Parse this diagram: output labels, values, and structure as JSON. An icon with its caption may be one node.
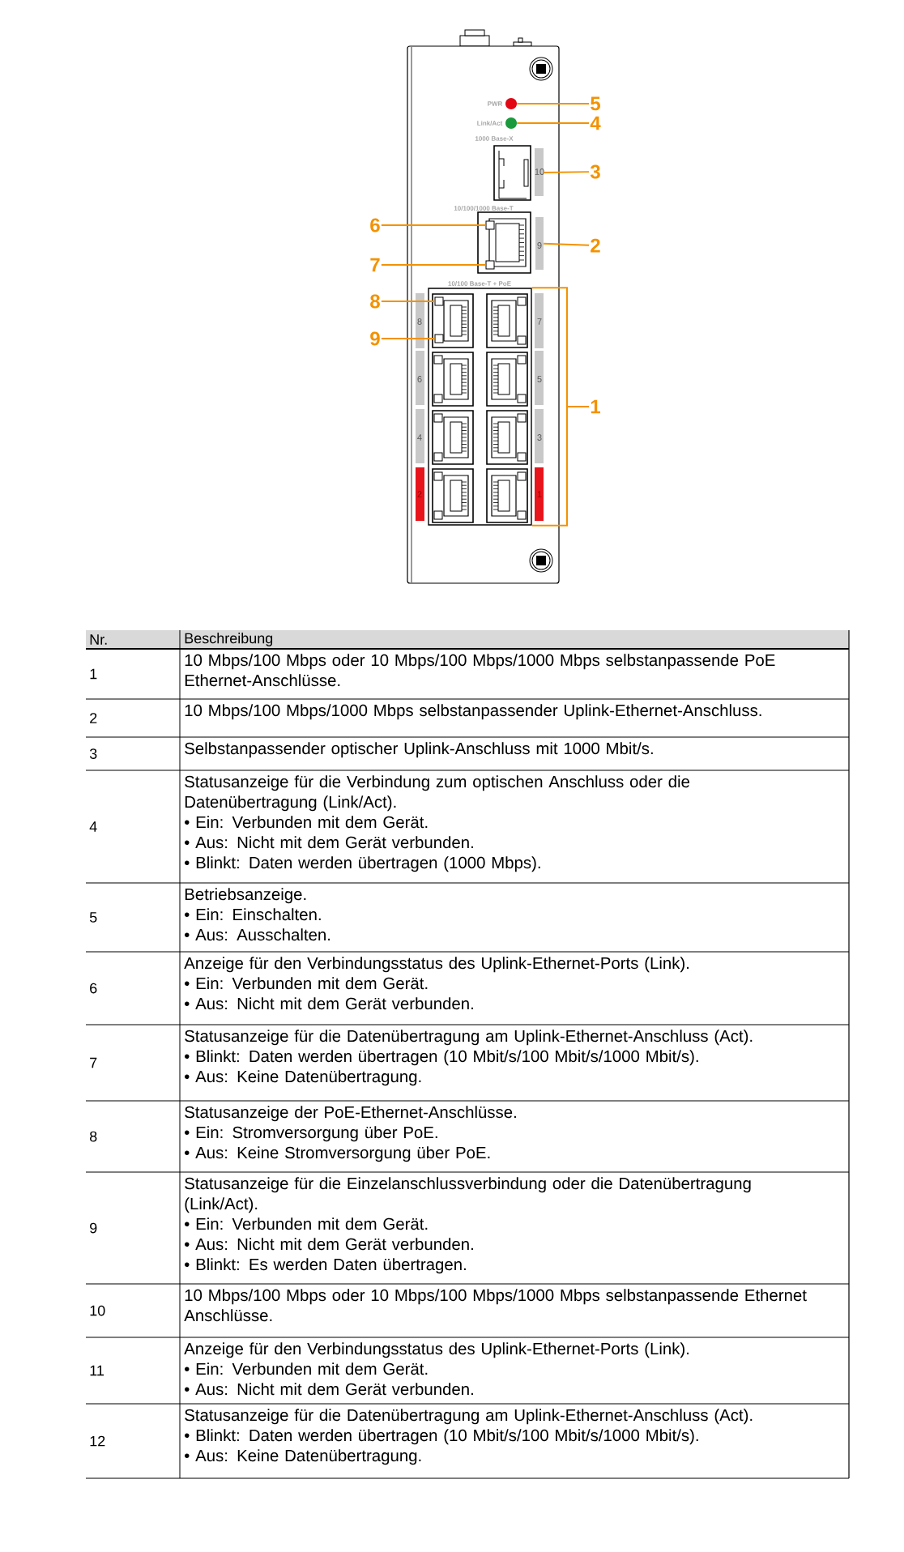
{
  "diagram": {
    "nodes": [
      {
        "text": [
          "5"
        ]
      },
      {
        "text": [
          "4"
        ]
      },
      {
        "text": [
          "3"
        ]
      },
      {
        "text": [
          "6"
        ]
      },
      {
        "text": [
          "2"
        ]
      },
      {
        "text": [
          "7"
        ]
      },
      {
        "text": [
          "8"
        ]
      },
      {
        "text": [
          "9"
        ]
      },
      {
        "text": [
          "1"
        ]
      },
      {
        "text": [],
        "shape": "circle"
      },
      {
        "text": [],
        "shape": "circle"
      },
      {
        "text": [],
        "shape": "box"
      },
      {
        "text": [],
        "shape": "box"
      },
      {
        "text": [],
        "shape": "box",
        "in": 12
      },
      {
        "text": [],
        "shape": "box",
        "in": 12
      },
      {
        "text": [],
        "shape": "box"
      },
      {
        "text": [],
        "shape": "box",
        "in": 15
      },
      {
        "text": [],
        "shape": "box",
        "in": 15
      },
      {
        "text": [],
        "shape": "box",
        "in": 15
      },
      {
        "text": [],
        "shape": "box",
        "in": 15
      },
      {
        "text": [],
        "shape": "box",
        "in": 15
      },
      {
        "text": [],
        "shape": "box",
        "in": 15
      },
      {
        "text": [],
        "shape": "box",
        "in": 15
      },
      {
        "text": [],
        "shape": "box",
        "in": 15
      },
      {
        "text": [],
        "shape": "box",
        "in": 16
      },
      {
        "text": [],
        "shape": "box",
        "in": 16
      }
    ],
    "edges": [
      {
        "from": 0,
        "to": 9,
        "arrow": "none"
      },
      {
        "from": 1,
        "to": 10,
        "arrow": "none"
      },
      {
        "from": 2,
        "to": 11,
        "arrow": "none"
      },
      {
        "from": 3,
        "to": 13,
        "arrow": "none"
      },
      {
        "from": 4,
        "to": 12,
        "arrow": "none"
      },
      {
        "from": 5,
        "to": 14,
        "arrow": "none"
      },
      {
        "from": 6,
        "to": 24,
        "arrow": "none"
      },
      {
        "from": 7,
        "to": 25,
        "arrow": "none"
      },
      {
        "from": 8,
        "to": 15,
        "arrow": "none"
      }
    ],
    "labels": [
      "PWR",
      "Link/Act",
      "1000 Base-X",
      "10",
      "10/100/1000 Base-T",
      "9",
      "10/100 Base-T + PoE",
      "8",
      "7",
      "6",
      "5",
      "4",
      "3",
      "2",
      "1",
      "Nr.",
      "Beschreibung",
      "1",
      "10 Mbps/100 Mbps oder 10 Mbps/100 Mbps/1000 Mbps selbstanpassende PoE Ethernet-Anschlüsse.",
      "2",
      "10 Mbps/100 Mbps/1000 Mbps selbstanpassender Uplink-Ethernet-Anschluss.",
      "3",
      "Selbstanpassender optischer Uplink-Anschluss mit 1000 Mbit/s.",
      "4",
      "Statusanzeige für die Verbindung zum optischen Anschluss oder die Datenübertragung (Link/Act).",
      "• Ein: Verbunden mit dem Gerät.",
      "• Aus: Nicht mit dem Gerät verbunden.",
      "• Blinkt: Daten werden übertragen (1000 Mbps).",
      "5",
      "Betriebsanzeige.",
      "• Ein: Einschalten.",
      "• Aus: Ausschalten.",
      "6",
      "Anzeige für den Verbindungsstatus des Uplink-Ethernet-Ports (Link).",
      "• Ein: Verbunden mit dem Gerät.",
      "• Aus: Nicht mit dem Gerät verbunden.",
      "7",
      "Statusanzeige für die Datenübertragung am Uplink-Ethernet-Anschluss (Act).",
      "• Blinkt: Daten werden übertragen (10 Mbit/s/100 Mbit/s/1000 Mbit/s).",
      "• Aus: Keine Datenübertragung.",
      "8",
      "Statusanzeige der PoE-Ethernet-Anschlüsse.",
      "• Ein: Stromversorgung über PoE.",
      "• Aus: Keine Stromversorgung über PoE.",
      "9",
      "Statusanzeige für die Einzelanschlussverbindung oder die Datenübertragung (Link/Act).",
      "• Ein: Verbunden mit dem Gerät.",
      "• Aus: Nicht mit dem Gerät verbunden.",
      "• Blinkt: Es werden Daten übertragen.",
      "10",
      "10 Mbps/100 Mbps oder 10 Mbps/100 Mbps/1000 Mbps selbstanpassende Ethernet Anschlüsse.",
      "11",
      "Anzeige für den Verbindungsstatus des Uplink-Ethernet-Ports (Link).",
      "• Ein: Verbunden mit dem Gerät.",
      "• Aus: Nicht mit dem Gerät verbunden.",
      "12",
      "Statusanzeige für die Datenübertragung am Uplink-Ethernet-Anschluss (Act).",
      "• Blinkt: Daten werden übertragen (10 Mbit/s/100 Mbit/s/1000 Mbit/s).",
      "• Aus: Keine Datenübertragung."
    ]
  }
}
